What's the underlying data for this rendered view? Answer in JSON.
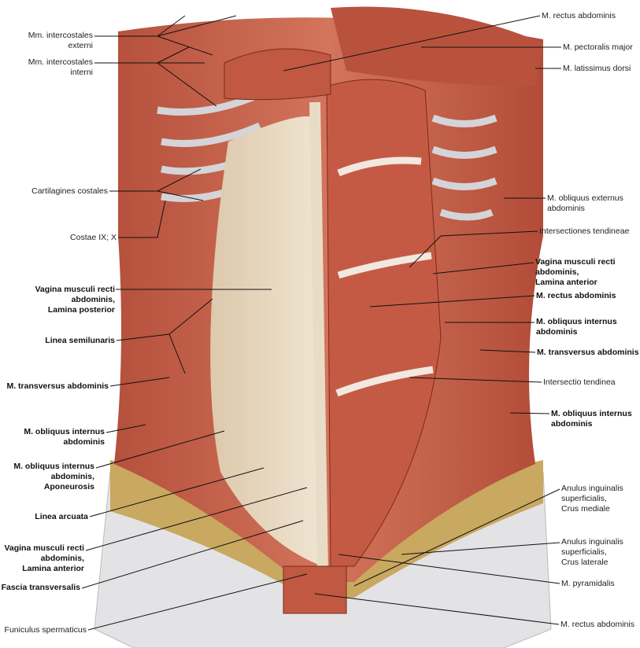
{
  "colors": {
    "muscle": "#c8614a",
    "muscle_dark": "#9e3b2c",
    "fascia": "#e8d8c0",
    "fat": "#c9a860",
    "skin": "#e4e4e6",
    "cartilage": "#d8dde0"
  },
  "left_labels": [
    {
      "text": "Mm. intercostales\nexterni",
      "bold": false
    },
    {
      "text": "Mm. intercostales\ninterni",
      "bold": false
    },
    {
      "text": "Cartilagines costales",
      "bold": false
    },
    {
      "text": "Costae IX; X",
      "bold": false
    },
    {
      "text": "Vagina musculi recti\nabdominis,\nLamina posterior",
      "bold": true
    },
    {
      "text": "Linea semilunaris",
      "bold": true
    },
    {
      "text": "M. transversus abdominis",
      "bold": true
    },
    {
      "text": "M. obliquus internus\nabdominis",
      "bold": true
    },
    {
      "text": "M. obliquus internus\nabdominis,\nAponeurosis",
      "bold": true
    },
    {
      "text": "Linea arcuata",
      "bold": true
    },
    {
      "text": "Vagina musculi recti\nabdominis,\nLamina anterior",
      "bold": true
    },
    {
      "text": "Fascia transversalis",
      "bold": true
    },
    {
      "text": "Funiculus spermaticus",
      "bold": false
    }
  ],
  "right_labels": [
    {
      "text": "M. rectus abdominis",
      "bold": false
    },
    {
      "text": "M. pectoralis major",
      "bold": false
    },
    {
      "text": "M. latissimus dorsi",
      "bold": false
    },
    {
      "text": "M. obliquus externus\nabdominis",
      "bold": false
    },
    {
      "text": "Intersectiones tendineae",
      "bold": false
    },
    {
      "text": "Vagina musculi recti\nabdominis,\nLamina anterior",
      "bold": true
    },
    {
      "text": "M. rectus abdominis",
      "bold": true
    },
    {
      "text": "M. obliquus internus\nabdominis",
      "bold": true
    },
    {
      "text": "M. transversus abdominis",
      "bold": true
    },
    {
      "text": "Intersectio tendinea",
      "bold": false
    },
    {
      "text": "M. obliquus internus\nabdominis",
      "bold": true
    },
    {
      "text": "Anulus inguinalis\nsuperficialis,\nCrus mediale",
      "bold": false
    },
    {
      "text": "Anulus inguinalis\nsuperficialis,\nCrus laterale",
      "bold": false
    },
    {
      "text": "M. pyramidalis",
      "bold": false
    },
    {
      "text": "M. rectus abdominis",
      "bold": false
    }
  ]
}
